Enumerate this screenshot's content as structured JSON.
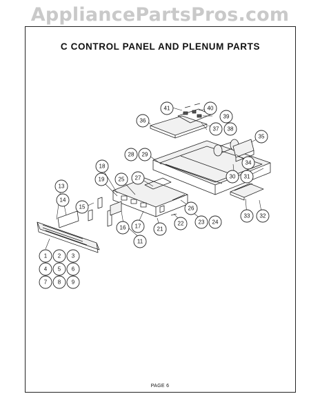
{
  "watermark": "AppliancePartsPros.com",
  "title": "C CONTROL PANEL AND PLENUM PARTS",
  "footer": "PAGE 6",
  "callouts": [
    {
      "n": "1"
    },
    {
      "n": "2"
    },
    {
      "n": "3"
    },
    {
      "n": "4"
    },
    {
      "n": "5"
    },
    {
      "n": "6"
    },
    {
      "n": "7"
    },
    {
      "n": "8"
    },
    {
      "n": "9"
    },
    {
      "n": "11"
    },
    {
      "n": "13"
    },
    {
      "n": "14"
    },
    {
      "n": "15"
    },
    {
      "n": "16"
    },
    {
      "n": "17"
    },
    {
      "n": "18"
    },
    {
      "n": "19"
    },
    {
      "n": "21"
    },
    {
      "n": "22"
    },
    {
      "n": "23"
    },
    {
      "n": "24"
    },
    {
      "n": "25"
    },
    {
      "n": "26"
    },
    {
      "n": "27"
    },
    {
      "n": "28"
    },
    {
      "n": "29"
    },
    {
      "n": "30"
    },
    {
      "n": "31"
    },
    {
      "n": "32"
    },
    {
      "n": "33"
    },
    {
      "n": "34"
    },
    {
      "n": "35"
    },
    {
      "n": "36"
    },
    {
      "n": "37"
    },
    {
      "n": "38"
    },
    {
      "n": "39"
    },
    {
      "n": "40"
    },
    {
      "n": "41"
    }
  ]
}
